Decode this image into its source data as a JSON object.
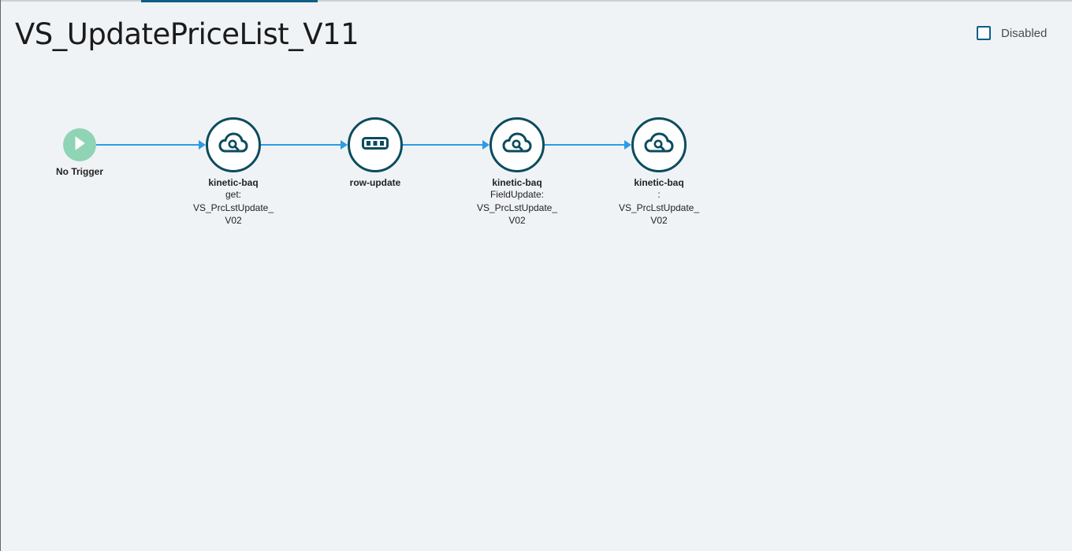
{
  "page": {
    "title": "VS_UpdatePriceList_V11"
  },
  "disabled_toggle": {
    "label": "Disabled",
    "checked": false
  },
  "flow": {
    "trigger": {
      "label": "No Trigger",
      "icon": "play-icon",
      "color": "#8fd4b5"
    },
    "nodes": [
      {
        "title": "kinetic-baq",
        "icon": "cloud-search-icon",
        "sub": [
          "get:",
          "VS_PrcLstUpdate_",
          "V02"
        ]
      },
      {
        "title": "row-update",
        "icon": "row-update-icon",
        "sub": []
      },
      {
        "title": "kinetic-baq",
        "icon": "cloud-search-icon",
        "sub": [
          "FieldUpdate:",
          "VS_PrcLstUpdate_",
          "V02"
        ]
      },
      {
        "title": "kinetic-baq",
        "icon": "cloud-search-icon",
        "sub": [
          ":",
          "VS_PrcLstUpdate_",
          "V02"
        ]
      }
    ]
  },
  "colors": {
    "node_border": "#0b4c5e",
    "connector": "#2d9be6",
    "accent": "#0f5e86",
    "background": "#f0f3f6"
  }
}
